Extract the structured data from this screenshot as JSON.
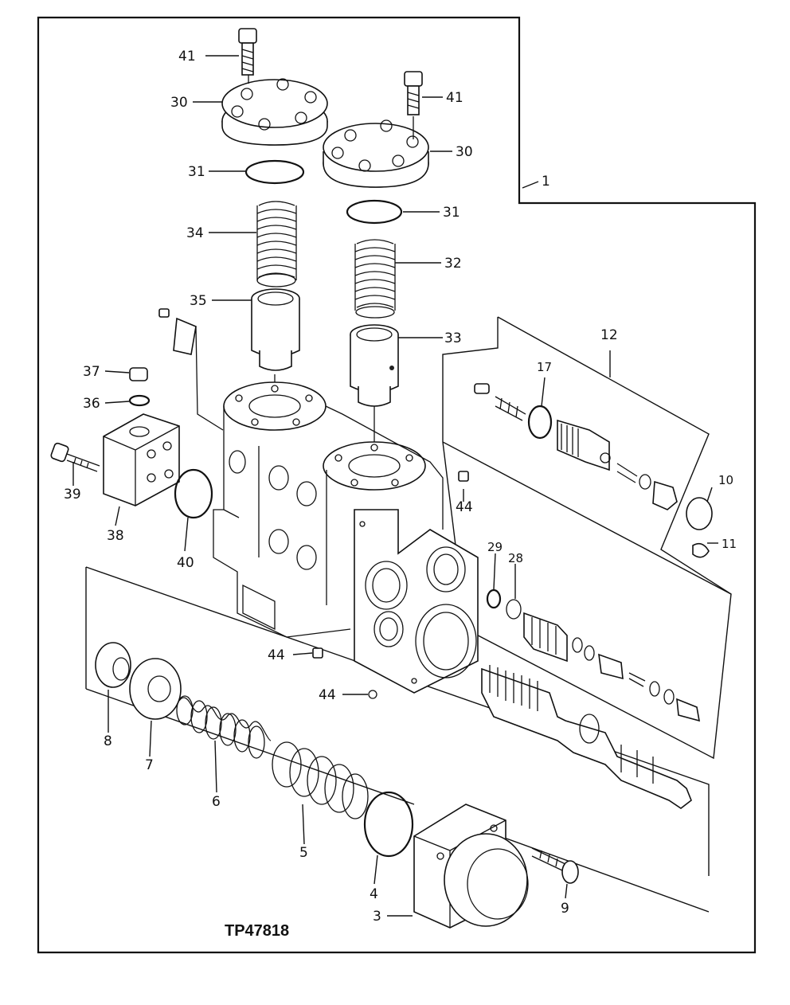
{
  "drawing_id": "TP47818",
  "callouts": {
    "c1": "1",
    "c3": "3",
    "c4": "4",
    "c5": "5",
    "c6": "6",
    "c7": "7",
    "c8": "8",
    "c9": "9",
    "c10": "10",
    "c11": "11",
    "c12": "12",
    "c17": "17",
    "c28": "28",
    "c29": "29",
    "c30": "30",
    "c31": "31",
    "c32": "32",
    "c33": "33",
    "c34": "34",
    "c35": "35",
    "c36": "36",
    "c37": "37",
    "c38": "38",
    "c39": "39",
    "c40": "40",
    "c41": "41",
    "c44": "44"
  }
}
